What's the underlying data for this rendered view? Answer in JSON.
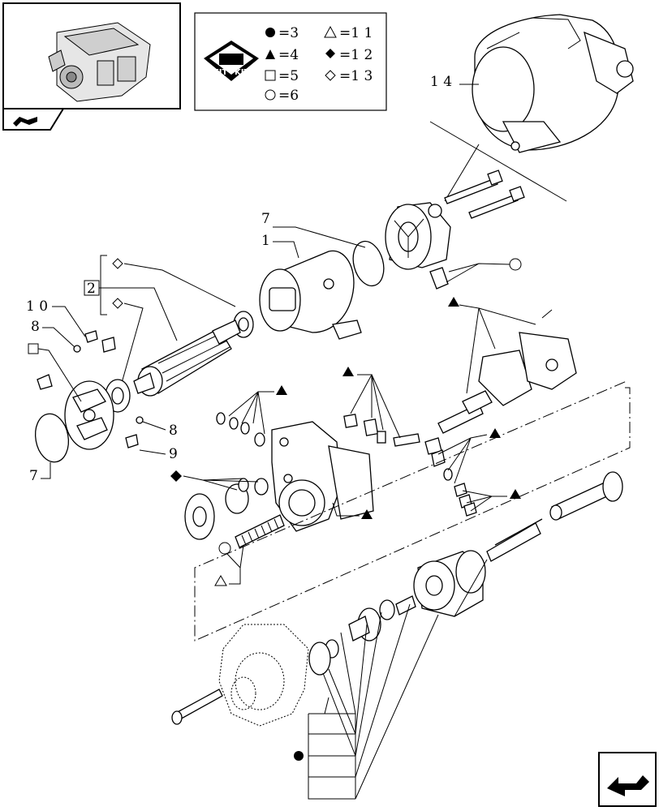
{
  "legend": {
    "kit_words": [
      "KIT",
      "KIT"
    ],
    "items": [
      {
        "symbol": "filled-circle",
        "text": "=3"
      },
      {
        "symbol": "filled-triangle",
        "text": "=4"
      },
      {
        "symbol": "square",
        "text": "=5"
      },
      {
        "symbol": "circle",
        "text": "=6"
      },
      {
        "symbol": "triangle",
        "text": "=1 1"
      },
      {
        "symbol": "filled-diamond",
        "text": "=1 2"
      },
      {
        "symbol": "diamond",
        "text": "=1 3"
      }
    ]
  },
  "callouts": {
    "c14": "1 4",
    "c7a": "7",
    "c1": "1",
    "c2": "2",
    "c10": "1 0",
    "c8a": "8",
    "c8b": "8",
    "c9": "9",
    "c7b": "7"
  },
  "icons": {
    "engine_thumbnail": "engine-thumbnail",
    "nav_back": "back-arrow-icon",
    "nav_next": "next-page-arrow-icon"
  }
}
